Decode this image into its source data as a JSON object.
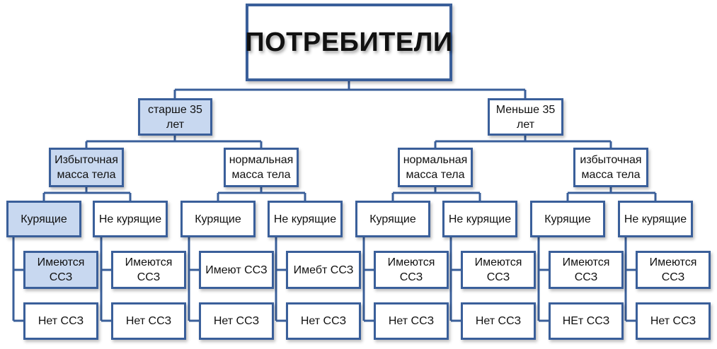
{
  "root": {
    "label": "ПОТРЕБИТЕЛИ"
  },
  "colors": {
    "border": "#3a5f9a",
    "highlight": "#c8d8f0",
    "connector": "#3a5f9a"
  },
  "groups": [
    {
      "label": "старше 35 лет",
      "highlighted": true,
      "subgroups": [
        {
          "label": "Избыточная масса тела",
          "highlighted": true,
          "branches": [
            {
              "label": "Курящие",
              "highlighted": true,
              "outcomes": [
                {
                  "label": "Имеются ССЗ",
                  "highlighted": true
                },
                {
                  "label": "Нет ССЗ"
                }
              ]
            },
            {
              "label": "Не курящие",
              "outcomes": [
                {
                  "label": "Имеются ССЗ"
                },
                {
                  "label": "Нет ССЗ"
                }
              ]
            }
          ]
        },
        {
          "label": "нормальная масса тела",
          "branches": [
            {
              "label": "Курящие",
              "outcomes": [
                {
                  "label": "Имеют ССЗ"
                },
                {
                  "label": "Нет ССЗ"
                }
              ]
            },
            {
              "label": "Не курящие",
              "outcomes": [
                {
                  "label": "Имебт ССЗ"
                },
                {
                  "label": "Нет ССЗ"
                }
              ]
            }
          ]
        }
      ]
    },
    {
      "label": "Меньше 35 лет",
      "subgroups": [
        {
          "label": "нормальная масса тела",
          "branches": [
            {
              "label": "Курящие",
              "outcomes": [
                {
                  "label": "Имеются ССЗ"
                },
                {
                  "label": "Нет ССЗ"
                }
              ]
            },
            {
              "label": "Не курящие",
              "outcomes": [
                {
                  "label": "Имеются ССЗ"
                },
                {
                  "label": "Нет ССЗ"
                }
              ]
            }
          ]
        },
        {
          "label": "избыточная масса тела",
          "branches": [
            {
              "label": "Курящие",
              "outcomes": [
                {
                  "label": "Имеются ССЗ"
                },
                {
                  "label": "НЕт ССЗ"
                }
              ]
            },
            {
              "label": "Не курящие",
              "outcomes": [
                {
                  "label": "Имеются ССЗ"
                },
                {
                  "label": "Нет ССЗ"
                }
              ]
            }
          ]
        }
      ]
    }
  ]
}
